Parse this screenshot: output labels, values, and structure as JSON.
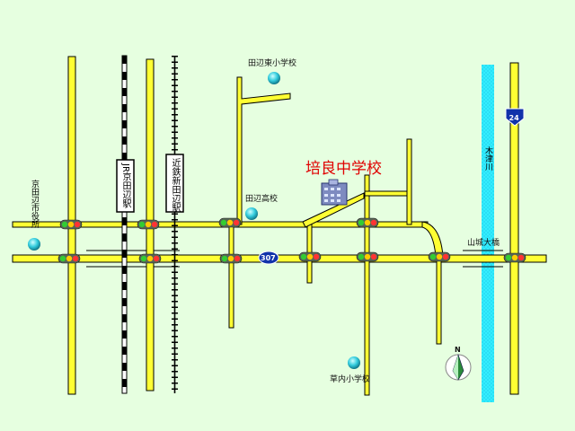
{
  "map": {
    "title": "培良中学校",
    "colors": {
      "background": "#E6FFE0",
      "road": "#FFFF33",
      "river": "#33EEFF",
      "title": "#E00000",
      "signal_red": "#FF3333",
      "signal_yellow": "#FFCC00",
      "signal_green": "#33CC33",
      "shield": "#1133AA"
    },
    "stations": {
      "jr": "JR京田辺駅",
      "kintetsu": "近鉄新田辺駅"
    },
    "places": {
      "tanabe_higashi_es": "田辺東小学校",
      "tanabe_hs": "田辺高校",
      "city_hall": "京田辺市役所",
      "kusauchi_es": "草内小学校",
      "bridge": "山城大橋",
      "river": "木津川"
    },
    "routes": {
      "r24": "24",
      "r307": "307"
    },
    "compass_label": "N",
    "icons": {
      "school_marker": "teal-dot-icon",
      "school_building": "building-icon",
      "traffic_signal": "traffic-light-icon",
      "compass": "compass-icon"
    }
  }
}
